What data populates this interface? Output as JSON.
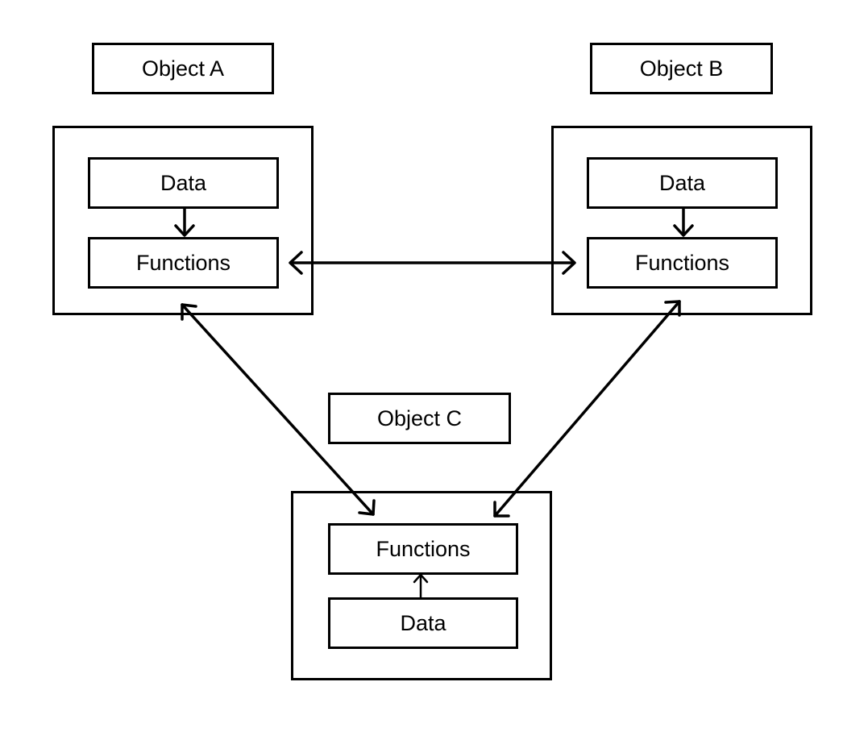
{
  "objects": {
    "a": {
      "title": "Object A",
      "data_label": "Data",
      "functions_label": "Functions"
    },
    "b": {
      "title": "Object B",
      "data_label": "Data",
      "functions_label": "Functions"
    },
    "c": {
      "title": "Object C",
      "data_label": "Data",
      "functions_label": "Functions"
    }
  },
  "colors": {
    "stroke": "#000000",
    "background": "#ffffff"
  }
}
